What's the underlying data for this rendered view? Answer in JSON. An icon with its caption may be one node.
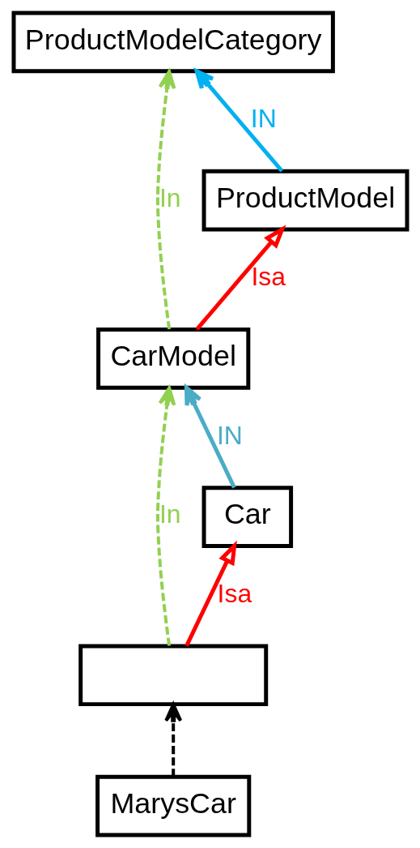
{
  "diagram": {
    "nodes": [
      {
        "text": [
          "ProductModelCategory"
        ]
      },
      {
        "text": [
          "ProductModel"
        ]
      },
      {
        "text": [
          "CarModel"
        ]
      },
      {
        "text": [
          "Car"
        ]
      },
      {
        "text": [],
        "shape": "box"
      },
      {
        "text": [
          "MarysCar"
        ]
      }
    ],
    "edges": [
      {
        "from": 1,
        "to": 0,
        "arrow": "to",
        "label": "IN",
        "color": "#00b0f0"
      },
      {
        "from": 2,
        "to": 1,
        "arrow": "to",
        "label": "Isa",
        "color": "#ff0000"
      },
      {
        "from": 2,
        "to": 0,
        "arrow": "to",
        "label": "In",
        "color": "#92d050",
        "style": "dashed"
      },
      {
        "from": 3,
        "to": 2,
        "arrow": "to",
        "label": "IN",
        "color": "#4bacc6"
      },
      {
        "from": 4,
        "to": 3,
        "arrow": "to",
        "label": "Isa",
        "color": "#ff0000"
      },
      {
        "from": 4,
        "to": 2,
        "arrow": "to",
        "label": "In",
        "color": "#92d050",
        "style": "dashed"
      },
      {
        "from": 5,
        "to": 4,
        "arrow": "to",
        "color": "#000000",
        "style": "dashed"
      }
    ]
  }
}
